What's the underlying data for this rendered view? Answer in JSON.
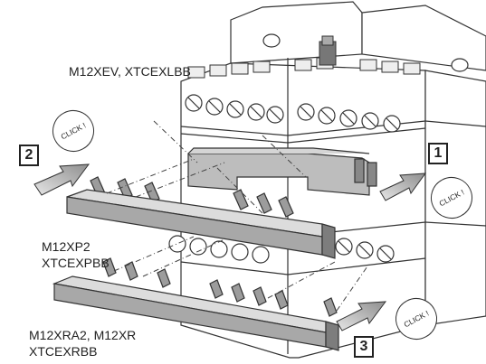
{
  "labels": {
    "top_bridge": "M12XEV, XTCEXLBB",
    "mid_bridge_line1": "M12XP2",
    "mid_bridge_line2": "XTCEXPBB",
    "low_bridge_line1": "M12XRA2, M12XR",
    "low_bridge_line2": "XTCEXRBB"
  },
  "steps": [
    "1",
    "2",
    "3"
  ],
  "click_text": "CLICK !"
}
